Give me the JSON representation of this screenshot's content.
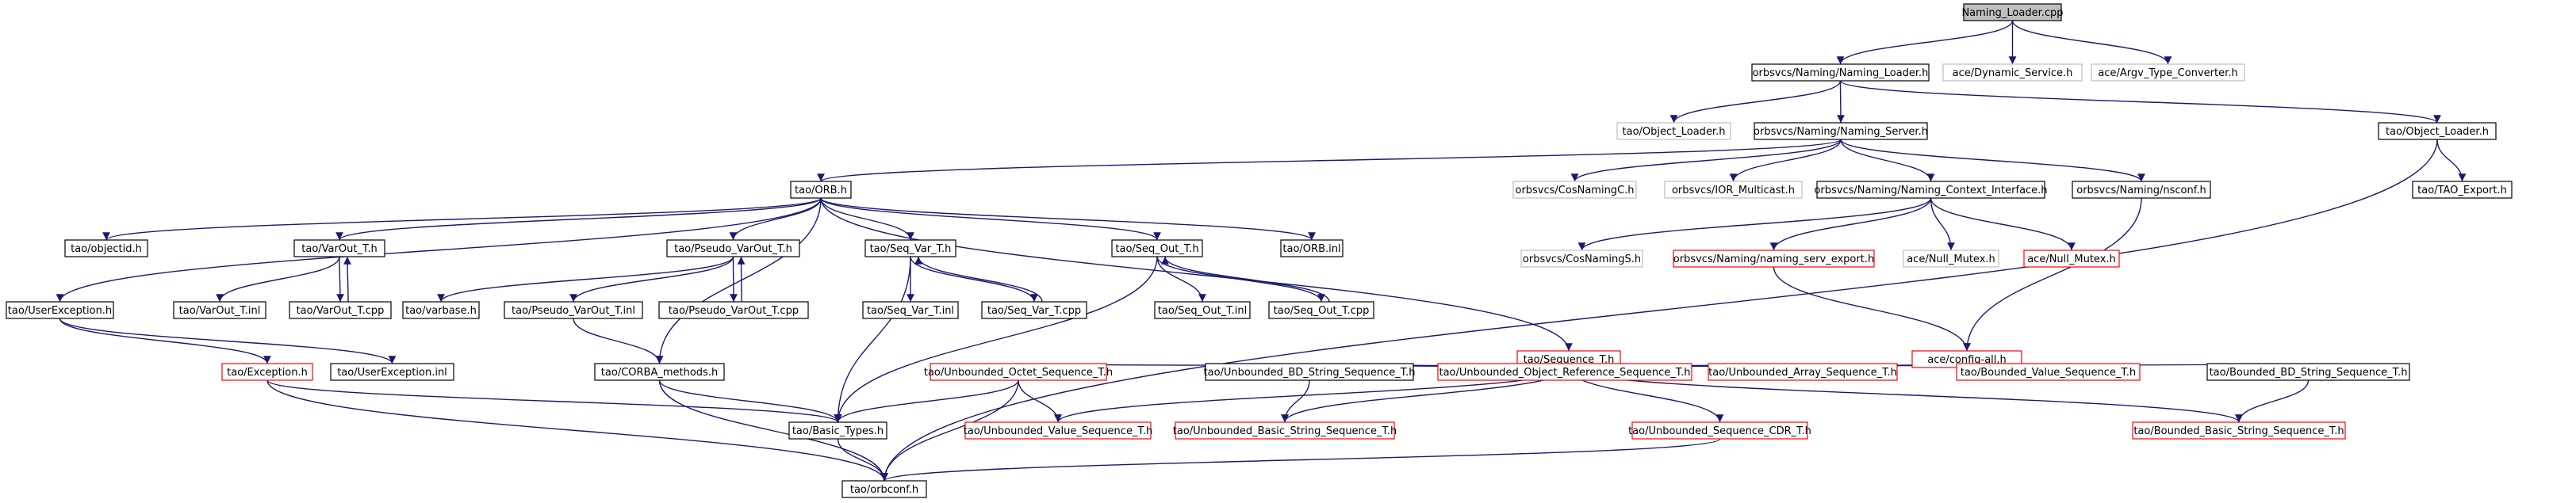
{
  "diagram": {
    "edge_color": "#191970",
    "style_colors": {
      "root": {
        "fill": "#bfbfbf",
        "stroke": "#000000"
      },
      "normal": {
        "fill": "#ffffff",
        "stroke": "#000000"
      },
      "external": {
        "fill": "#ffffff",
        "stroke": "#bfbfbf"
      },
      "missing": {
        "fill": "#ffffff",
        "stroke": "#ff0000"
      }
    },
    "nodes": [
      {
        "id": "n0",
        "label": "Naming_Loader.cpp",
        "style": "root"
      },
      {
        "id": "n1",
        "label": "orbsvcs/Naming/Naming_Loader.h",
        "style": "normal"
      },
      {
        "id": "n2",
        "label": "ace/Dynamic_Service.h",
        "style": "external"
      },
      {
        "id": "n3",
        "label": "ace/Argv_Type_Converter.h",
        "style": "external"
      },
      {
        "id": "n4",
        "label": "tao/Object_Loader.h",
        "style": "external"
      },
      {
        "id": "n5",
        "label": "orbsvcs/Naming/Naming_Server.h",
        "style": "normal"
      },
      {
        "id": "n6",
        "label": "tao/Object_Loader.h",
        "style": "normal"
      },
      {
        "id": "n7",
        "label": "tao/ORB.h",
        "style": "normal"
      },
      {
        "id": "n8",
        "label": "orbsvcs/CosNamingC.h",
        "style": "external"
      },
      {
        "id": "n9",
        "label": "orbsvcs/IOR_Multicast.h",
        "style": "external"
      },
      {
        "id": "n10",
        "label": "orbsvcs/Naming/Naming_Context_Interface.h",
        "style": "normal"
      },
      {
        "id": "n11",
        "label": "orbsvcs/Naming/nsconf.h",
        "style": "normal"
      },
      {
        "id": "n12",
        "label": "tao/TAO_Export.h",
        "style": "normal"
      },
      {
        "id": "n13",
        "label": "tao/objectid.h",
        "style": "normal"
      },
      {
        "id": "n14",
        "label": "tao/VarOut_T.h",
        "style": "normal"
      },
      {
        "id": "n15",
        "label": "tao/Pseudo_VarOut_T.h",
        "style": "normal"
      },
      {
        "id": "n16",
        "label": "tao/Seq_Var_T.h",
        "style": "normal"
      },
      {
        "id": "n17",
        "label": "tao/Seq_Out_T.h",
        "style": "normal"
      },
      {
        "id": "n18",
        "label": "tao/ORB.inl",
        "style": "normal"
      },
      {
        "id": "n19",
        "label": "orbsvcs/CosNamingS.h",
        "style": "external"
      },
      {
        "id": "n20",
        "label": "orbsvcs/Naming/naming_serv_export.h",
        "style": "missing"
      },
      {
        "id": "n21",
        "label": "ace/Null_Mutex.h",
        "style": "external"
      },
      {
        "id": "n22",
        "label": "ace/Null_Mutex.h",
        "style": "missing"
      },
      {
        "id": "n23",
        "label": "tao/UserException.h",
        "style": "normal"
      },
      {
        "id": "n24",
        "label": "tao/VarOut_T.inl",
        "style": "normal"
      },
      {
        "id": "n25",
        "label": "tao/VarOut_T.cpp",
        "style": "normal"
      },
      {
        "id": "n26",
        "label": "tao/varbase.h",
        "style": "normal"
      },
      {
        "id": "n27",
        "label": "tao/Pseudo_VarOut_T.inl",
        "style": "normal"
      },
      {
        "id": "n28",
        "label": "tao/Pseudo_VarOut_T.cpp",
        "style": "normal"
      },
      {
        "id": "n29",
        "label": "tao/Seq_Var_T.inl",
        "style": "normal"
      },
      {
        "id": "n30",
        "label": "tao/Seq_Var_T.cpp",
        "style": "normal"
      },
      {
        "id": "n31",
        "label": "tao/Seq_Out_T.inl",
        "style": "normal"
      },
      {
        "id": "n32",
        "label": "tao/Seq_Out_T.cpp",
        "style": "normal"
      },
      {
        "id": "n33",
        "label": "tao/Sequence_T.h",
        "style": "missing"
      },
      {
        "id": "n34",
        "label": "ace/config-all.h",
        "style": "missing"
      },
      {
        "id": "n35",
        "label": "tao/Exception.h",
        "style": "missing"
      },
      {
        "id": "n36",
        "label": "tao/UserException.inl",
        "style": "normal"
      },
      {
        "id": "n37",
        "label": "tao/CORBA_methods.h",
        "style": "normal"
      },
      {
        "id": "n38",
        "label": "tao/Unbounded_Octet_Sequence_T.h",
        "style": "missing"
      },
      {
        "id": "n39",
        "label": "tao/Unbounded_BD_String_Sequence_T.h",
        "style": "normal"
      },
      {
        "id": "n40",
        "label": "tao/Unbounded_Object_Reference_Sequence_T.h",
        "style": "missing"
      },
      {
        "id": "n41",
        "label": "tao/Unbounded_Array_Sequence_T.h",
        "style": "missing"
      },
      {
        "id": "n42",
        "label": "tao/Bounded_Value_Sequence_T.h",
        "style": "missing"
      },
      {
        "id": "n43",
        "label": "tao/Bounded_BD_String_Sequence_T.h",
        "style": "normal"
      },
      {
        "id": "n44",
        "label": "tao/Basic_Types.h",
        "style": "normal"
      },
      {
        "id": "n45",
        "label": "tao/Unbounded_Value_Sequence_T.h",
        "style": "missing"
      },
      {
        "id": "n46",
        "label": "tao/Unbounded_Basic_String_Sequence_T.h",
        "style": "missing"
      },
      {
        "id": "n47",
        "label": "tao/Unbounded_Sequence_CDR_T.h",
        "style": "missing"
      },
      {
        "id": "n48",
        "label": "tao/Bounded_Basic_String_Sequence_T.h",
        "style": "missing"
      },
      {
        "id": "n49",
        "label": "tao/orbconf.h",
        "style": "normal"
      }
    ],
    "edges": [
      [
        "n0",
        "n1"
      ],
      [
        "n0",
        "n2"
      ],
      [
        "n0",
        "n3"
      ],
      [
        "n1",
        "n4"
      ],
      [
        "n1",
        "n5"
      ],
      [
        "n1",
        "n6"
      ],
      [
        "n5",
        "n7"
      ],
      [
        "n5",
        "n8"
      ],
      [
        "n5",
        "n9"
      ],
      [
        "n5",
        "n10"
      ],
      [
        "n5",
        "n11"
      ],
      [
        "n6",
        "n12"
      ],
      [
        "n6",
        "n49"
      ],
      [
        "n7",
        "n13"
      ],
      [
        "n7",
        "n14"
      ],
      [
        "n7",
        "n15"
      ],
      [
        "n7",
        "n16"
      ],
      [
        "n7",
        "n17"
      ],
      [
        "n7",
        "n18"
      ],
      [
        "n7",
        "n23"
      ],
      [
        "n7",
        "n33"
      ],
      [
        "n7",
        "n37"
      ],
      [
        "n10",
        "n19"
      ],
      [
        "n10",
        "n20"
      ],
      [
        "n10",
        "n21"
      ],
      [
        "n10",
        "n22"
      ],
      [
        "n11",
        "n34"
      ],
      [
        "n20",
        "n34"
      ],
      [
        "n14",
        "n24"
      ],
      [
        "n14",
        "n25"
      ],
      [
        "n25",
        "n14"
      ],
      [
        "n15",
        "n26"
      ],
      [
        "n15",
        "n27"
      ],
      [
        "n15",
        "n28"
      ],
      [
        "n28",
        "n15"
      ],
      [
        "n16",
        "n29"
      ],
      [
        "n16",
        "n30"
      ],
      [
        "n30",
        "n16"
      ],
      [
        "n16",
        "n44"
      ],
      [
        "n17",
        "n31"
      ],
      [
        "n17",
        "n32"
      ],
      [
        "n32",
        "n17"
      ],
      [
        "n17",
        "n44"
      ],
      [
        "n23",
        "n35"
      ],
      [
        "n23",
        "n36"
      ],
      [
        "n27",
        "n37"
      ],
      [
        "n35",
        "n44"
      ],
      [
        "n35",
        "n49"
      ],
      [
        "n37",
        "n44"
      ],
      [
        "n37",
        "n49"
      ],
      [
        "n33",
        "n38"
      ],
      [
        "n33",
        "n39"
      ],
      [
        "n33",
        "n40"
      ],
      [
        "n33",
        "n41"
      ],
      [
        "n33",
        "n42"
      ],
      [
        "n33",
        "n43"
      ],
      [
        "n33",
        "n45"
      ],
      [
        "n33",
        "n46"
      ],
      [
        "n33",
        "n47"
      ],
      [
        "n33",
        "n48"
      ],
      [
        "n38",
        "n44"
      ],
      [
        "n38",
        "n45"
      ],
      [
        "n38",
        "n49"
      ],
      [
        "n39",
        "n46"
      ],
      [
        "n43",
        "n48"
      ],
      [
        "n47",
        "n49"
      ],
      [
        "n44",
        "n49"
      ]
    ]
  }
}
